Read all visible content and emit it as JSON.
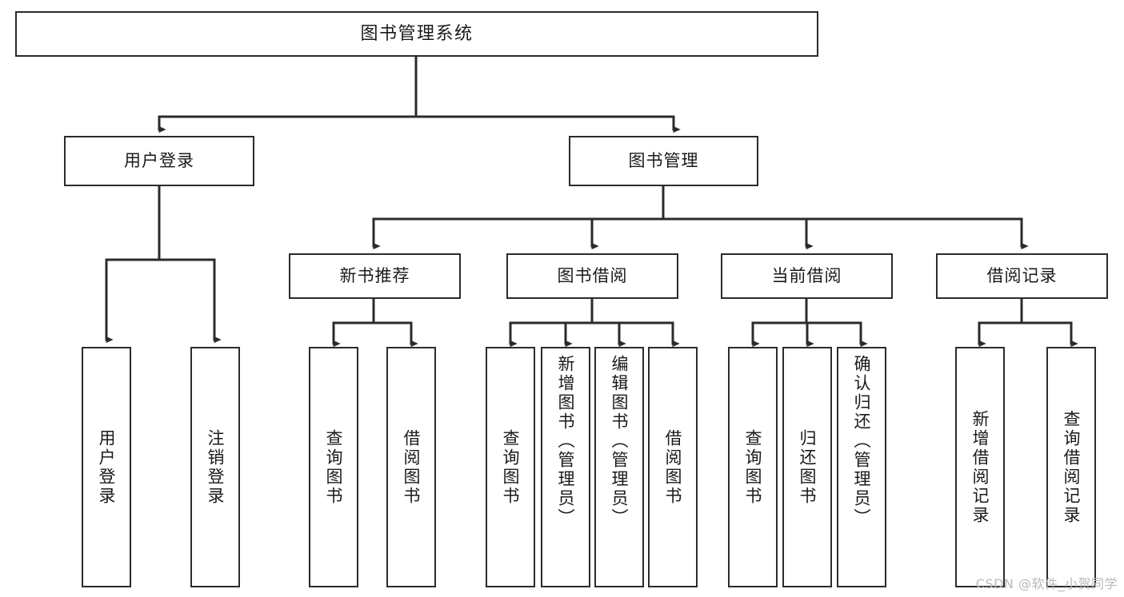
{
  "diagram": {
    "type": "tree",
    "title": "图书管理系统",
    "watermark": "CSDN @软件_小贺同学",
    "colors": {
      "box_border": "#2b2b2b",
      "box_fill": "#ffffff",
      "edge": "#2b2b2b",
      "text": "#1a1a1a",
      "watermark": "#b9b9b9",
      "background": "#ffffff"
    },
    "nodes": {
      "root": {
        "label": "图书管理系统"
      },
      "level1": [
        {
          "id": "user-login",
          "label": "用户登录"
        },
        {
          "id": "book-manage",
          "label": "图书管理"
        }
      ],
      "level2": [
        {
          "id": "new-book-recommend",
          "label": "新书推荐"
        },
        {
          "id": "book-borrow",
          "label": "图书借阅"
        },
        {
          "id": "current-borrow",
          "label": "当前借阅"
        },
        {
          "id": "borrow-record",
          "label": "借阅记录"
        }
      ],
      "leaves": {
        "user-login": [
          {
            "id": "leaf-user-login",
            "label": "用户登录"
          },
          {
            "id": "leaf-logout",
            "label": "注销登录"
          }
        ],
        "new-book-recommend": [
          {
            "id": "leaf-query-book-1",
            "label": "查询图书"
          },
          {
            "id": "leaf-borrow-book-1",
            "label": "借阅图书"
          }
        ],
        "book-borrow": [
          {
            "id": "leaf-query-book-2",
            "label": "查询图书"
          },
          {
            "id": "leaf-add-book",
            "label": "新增图书（管理员）"
          },
          {
            "id": "leaf-edit-book",
            "label": "编辑图书（管理员）"
          },
          {
            "id": "leaf-borrow-book-2",
            "label": "借阅图书"
          }
        ],
        "current-borrow": [
          {
            "id": "leaf-query-book-3",
            "label": "查询图书"
          },
          {
            "id": "leaf-return-book",
            "label": "归还图书"
          },
          {
            "id": "leaf-confirm-return",
            "label": "确认归还（管理员）"
          }
        ],
        "borrow-record": [
          {
            "id": "leaf-add-record",
            "label": "新增借阅记录"
          },
          {
            "id": "leaf-query-record",
            "label": "查询借阅记录"
          }
        ]
      }
    }
  }
}
